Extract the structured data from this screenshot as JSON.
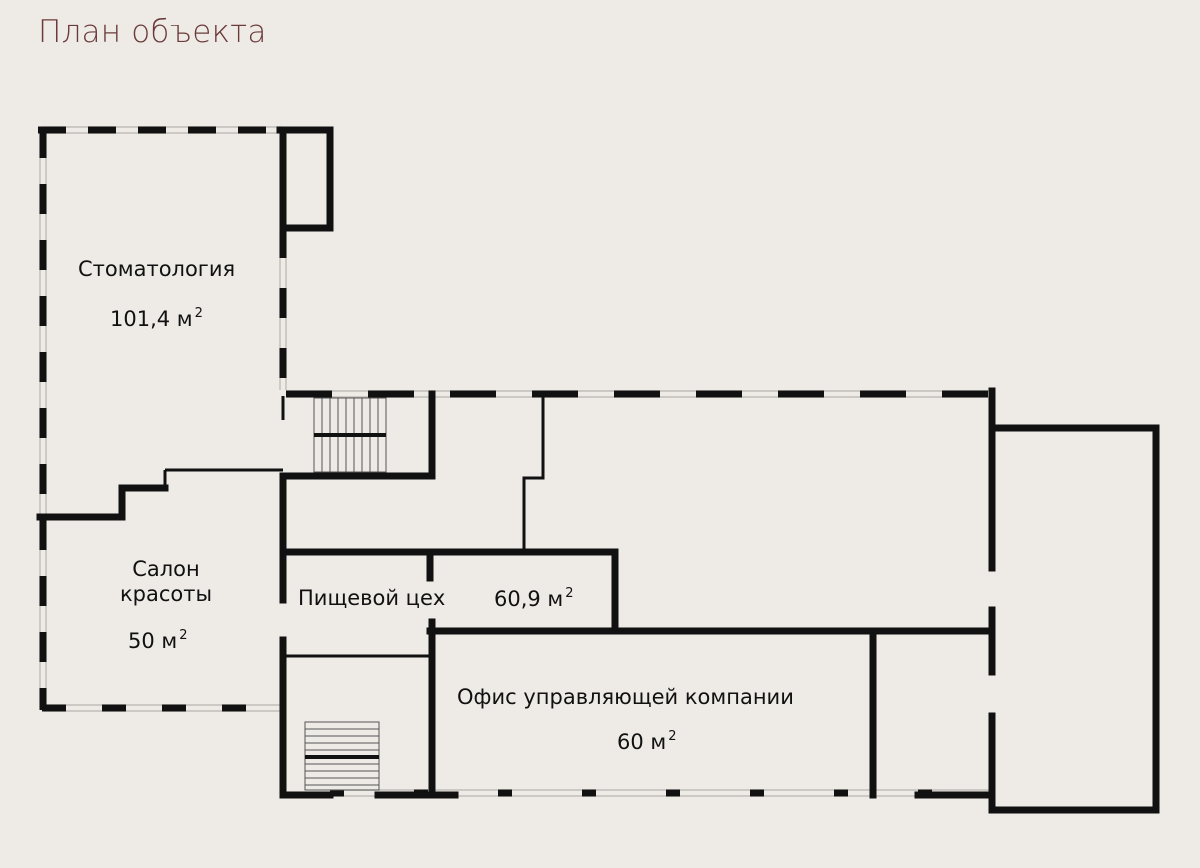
{
  "page": {
    "title": "План объекта"
  },
  "rooms": {
    "dentistry": {
      "name": "Стоматология",
      "area": "101,4 м",
      "unit_power": "2"
    },
    "beauty": {
      "name_line1": "Салон",
      "name_line2": "красоты",
      "area": "50 м",
      "unit_power": "2"
    },
    "food": {
      "name": "Пищевой цех",
      "area": "60,9 м",
      "unit_power": "2"
    },
    "office": {
      "name": "Офис управляющей компании",
      "area": "60 м",
      "unit_power": "2"
    }
  },
  "colors": {
    "background": "#eeebe6",
    "title": "#6b3b3b",
    "wall": "#111111",
    "window": "#bdbab5"
  }
}
